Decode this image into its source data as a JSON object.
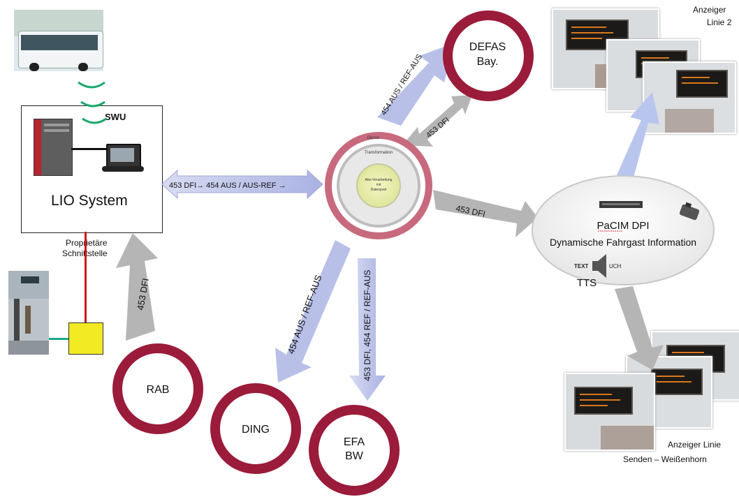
{
  "lio": {
    "title": "LIO System",
    "swu": "SWU",
    "interface_line1": "Proprietäre",
    "interface_line2": "Schnittstelle"
  },
  "hub": {
    "top": "Dienst",
    "middle": "Transformation",
    "inner_line1": "Abo-Verarbeitung",
    "inner_line2": "mit",
    "inner_line3": "Datenpool"
  },
  "nodes": {
    "defas_line1": "DEFAS",
    "defas_line2": "Bay.",
    "rab": "RAB",
    "ding": "DING",
    "efa_line1": "EFA",
    "efa_line2": "BW"
  },
  "pacim": {
    "title": "PaCIM DPI",
    "subtitle": "Dynamische Fahrgast Information",
    "tts_logo_left": "TEXT",
    "tts_logo_right": "UCH",
    "tts": "TTS"
  },
  "arrows": {
    "lio_hub": "453 DFI→  454 AUS / AUS-REF →",
    "rab_lio": "453 DFI",
    "hub_defas": "454 AUS / REF-AUS",
    "defas_hub": "453 DFI",
    "hub_pacim": "453 DFI",
    "hub_ding": "454 AUS / REF-AUS",
    "hub_efa": "453 DFI,  454 REF / REF-AUS"
  },
  "displays": {
    "top_line1": "Anzeiger",
    "top_line2": "Linie 2",
    "bottom_line1": "Anzeiger Linie",
    "bottom_line2": "Senden – Weißenhorn"
  },
  "colors": {
    "ring": "#9b1b3b",
    "hub_ring": "#c86a7e",
    "blue_arrow": "#b8c0e8",
    "gray_arrow": "#b5b5b5",
    "connector_red": "#cc1a1a",
    "connector_teal": "#1aa88a",
    "junction_yellow": "#f2ea22"
  }
}
